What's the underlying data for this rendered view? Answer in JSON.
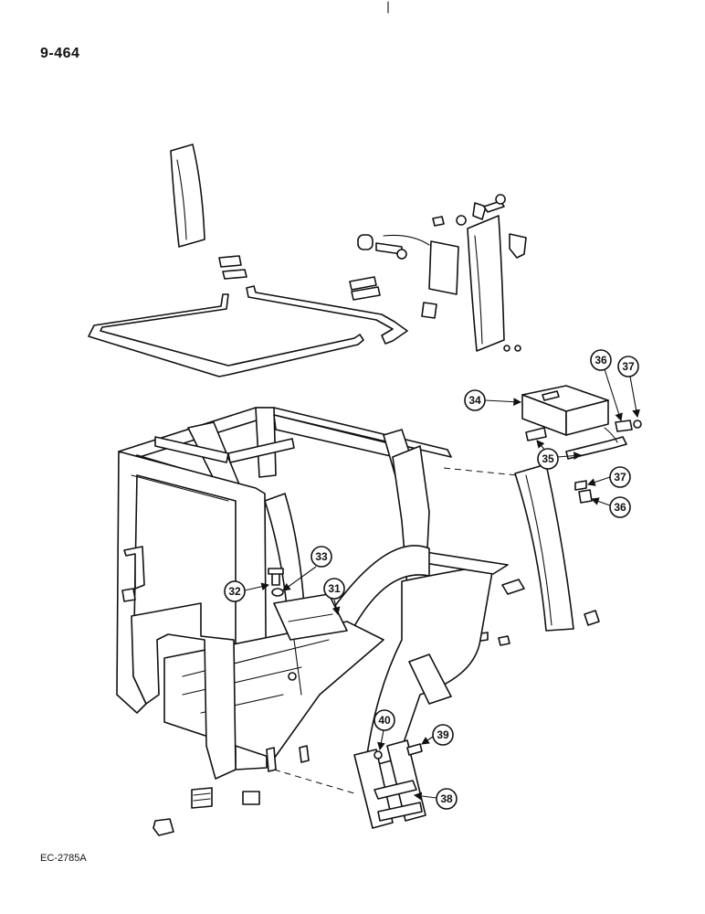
{
  "page_number": "9-464",
  "reference_code": "EC-2785A",
  "callouts": [
    "31",
    "32",
    "33",
    "34",
    "35",
    "36",
    "37",
    "36",
    "37",
    "38",
    "39",
    "40"
  ]
}
